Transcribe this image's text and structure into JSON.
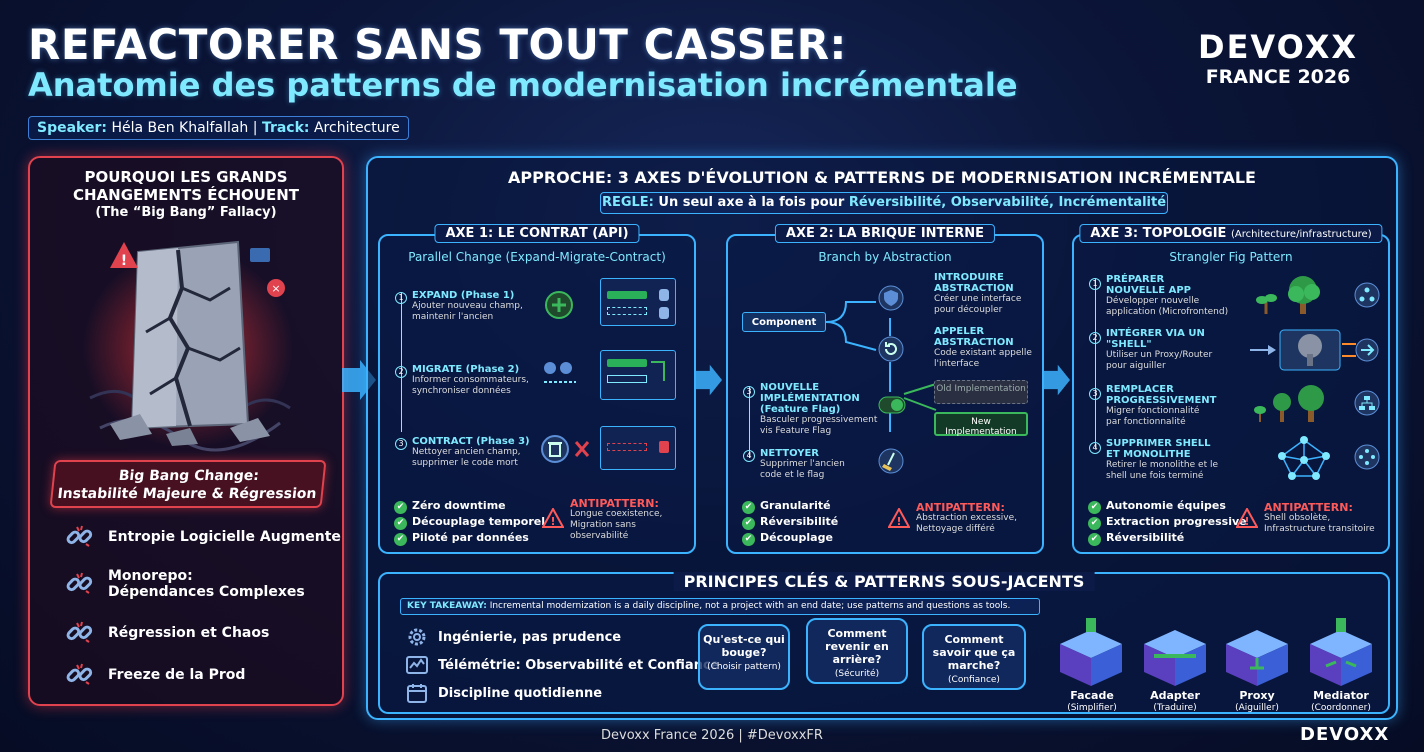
{
  "header": {
    "title": "REFACTORER SANS TOUT CASSER:",
    "subtitle": "Anatomie des patterns de modernisation incrémentale",
    "speaker_label": "Speaker:",
    "speaker_name": "Héla Ben Khalfallah",
    "track_label": "Track:",
    "track_name": "Architecture",
    "logo_main": "DEVOXX",
    "logo_sub": "FRANCE 2026"
  },
  "left_panel": {
    "title": "POURQUOI LES GRANDS CHANGEMENTS ÉCHOUENT",
    "subtitle": "(The “Big Bang” Fallacy)",
    "badge_line1": "Big Bang Change:",
    "badge_line2": "Instabilité Majeure & Régression",
    "items": [
      {
        "line1": "Entropie Logicielle Augmente",
        "line2": ""
      },
      {
        "line1": "Monorepo:",
        "line2": "Dépendances Complexes"
      },
      {
        "line1": "Régression et Chaos",
        "line2": ""
      },
      {
        "line1": "Freeze de la Prod",
        "line2": ""
      }
    ]
  },
  "right_panel": {
    "title": "APPROCHE: 3 AXES D'ÉVOLUTION & PATTERNS DE MODERNISATION INCRÉMENTALE",
    "rule_label": "REGLE:",
    "rule_text": "Un seul axe à la fois pour",
    "rule_values": "Réversibilité, Observabilité, Incrémentalité"
  },
  "axis1": {
    "title": "AXE 1: LE CONTRAT (API)",
    "pattern": "Parallel Change (Expand-Migrate-Contract)",
    "steps": [
      {
        "n": "1",
        "head": "EXPAND (Phase 1)",
        "l1": "Ajouter nouveau champ,",
        "l2": "maintenir l'ancien"
      },
      {
        "n": "2",
        "head": "MIGRATE (Phase 2)",
        "l1": "Informer consommateurs,",
        "l2": "synchroniser données"
      },
      {
        "n": "3",
        "head": "CONTRACT (Phase 3)",
        "l1": "Nettoyer ancien champ,",
        "l2": "supprimer le code mort"
      }
    ],
    "benefits": [
      "Zéro downtime",
      "Découplage temporel",
      "Piloté par données"
    ],
    "anti_label": "ANTIPATTERN:",
    "anti": [
      "Longue coexistence,",
      "Migration sans",
      "observabilité"
    ]
  },
  "axis2": {
    "title": "AXE 2: LA BRIQUE INTERNE",
    "pattern": "Branch by Abstraction",
    "component": "Component",
    "steps": [
      {
        "n": "",
        "head": "INTRODUIRE ABSTRACTION",
        "l1": "Créer une interface",
        "l2": "pour découpler"
      },
      {
        "n": "",
        "head": "APPELER ABSTRACTION",
        "l1": "Code existant appelle",
        "l2": "l'interface"
      },
      {
        "n": "3",
        "head": "NOUVELLE IMPLÉMENTATION",
        "sub": "(Feature Flag)",
        "l1": "Basculer progressivement",
        "l2": "vis Feature Flag"
      },
      {
        "n": "4",
        "head": "NETTOYER",
        "l1": "Supprimer l'ancien",
        "l2": "code et le flag"
      }
    ],
    "old_impl": "Old Implementation",
    "new_impl": "New Implementation",
    "benefits": [
      "Granularité",
      "Réversibilité",
      "Découplage"
    ],
    "anti_label": "ANTIPATTERN:",
    "anti": [
      "Abstraction excessive,",
      "Nettoyage différé"
    ]
  },
  "axis3": {
    "title": "AXE 3: TOPOLOGIE",
    "title_small": "(Architecture/infrastructure)",
    "pattern": "Strangler Fig Pattern",
    "steps": [
      {
        "n": "1",
        "head": "PRÉPARER NOUVELLE APP",
        "l1": "Développer nouvelle",
        "l2": "application (Microfrontend)"
      },
      {
        "n": "2",
        "head": "INTÉGRER VIA UN \"SHELL\"",
        "l1": "Utiliser un Proxy/Router",
        "l2": "pour aiguiller"
      },
      {
        "n": "3",
        "head": "REMPLACER PROGRESSIVEMENT",
        "l1": "Migrer fonctionnalité",
        "l2": "par fonctionnalité"
      },
      {
        "n": "4",
        "head": "SUPPRIMER SHELL ET MONOLITHE",
        "l1": "Retirer le monolithe et le",
        "l2": "shell une fois terminé"
      }
    ],
    "benefits": [
      "Autonomie équipes",
      "Extraction progressive",
      "Réversibilité"
    ],
    "anti_label": "ANTIPATTERN:",
    "anti": [
      "Shell obsolète,",
      "Infrastructure transitoire"
    ]
  },
  "bottom": {
    "title": "PRINCIPES CLÉS & PATTERNS SOUS-JACENTS",
    "takeaway_label": "KEY TAKEAWAY:",
    "takeaway": "Incremental modernization is a daily discipline, not a project with an end date; use patterns and questions as tools.",
    "principles": [
      "Ingénierie, pas prudence",
      "Télémétrie: Observabilité et Confiance",
      "Discipline quotidienne"
    ],
    "questions": [
      {
        "q": "Qu'est-ce qui bouge?",
        "s": "(Choisir pattern)"
      },
      {
        "q": "Comment revenir en arrière?",
        "s": "(Sécurité)"
      },
      {
        "q": "Comment savoir que ça marche?",
        "s": "(Confiance)"
      }
    ],
    "patterns": [
      {
        "name": "Facade",
        "sub": "(Simplifier)"
      },
      {
        "name": "Adapter",
        "sub": "(Traduire)"
      },
      {
        "name": "Proxy",
        "sub": "(Aiguiller)"
      },
      {
        "name": "Mediator",
        "sub": "(Coordonner)"
      }
    ]
  },
  "footer": {
    "text": "Devoxx France 2026  |  #DevoxxFR",
    "logo": "DEVOXX"
  },
  "colors": {
    "accent": "#3cb3ff",
    "danger": "#e0424e",
    "cyan": "#7fe9ff",
    "ok": "#3bb85b"
  }
}
